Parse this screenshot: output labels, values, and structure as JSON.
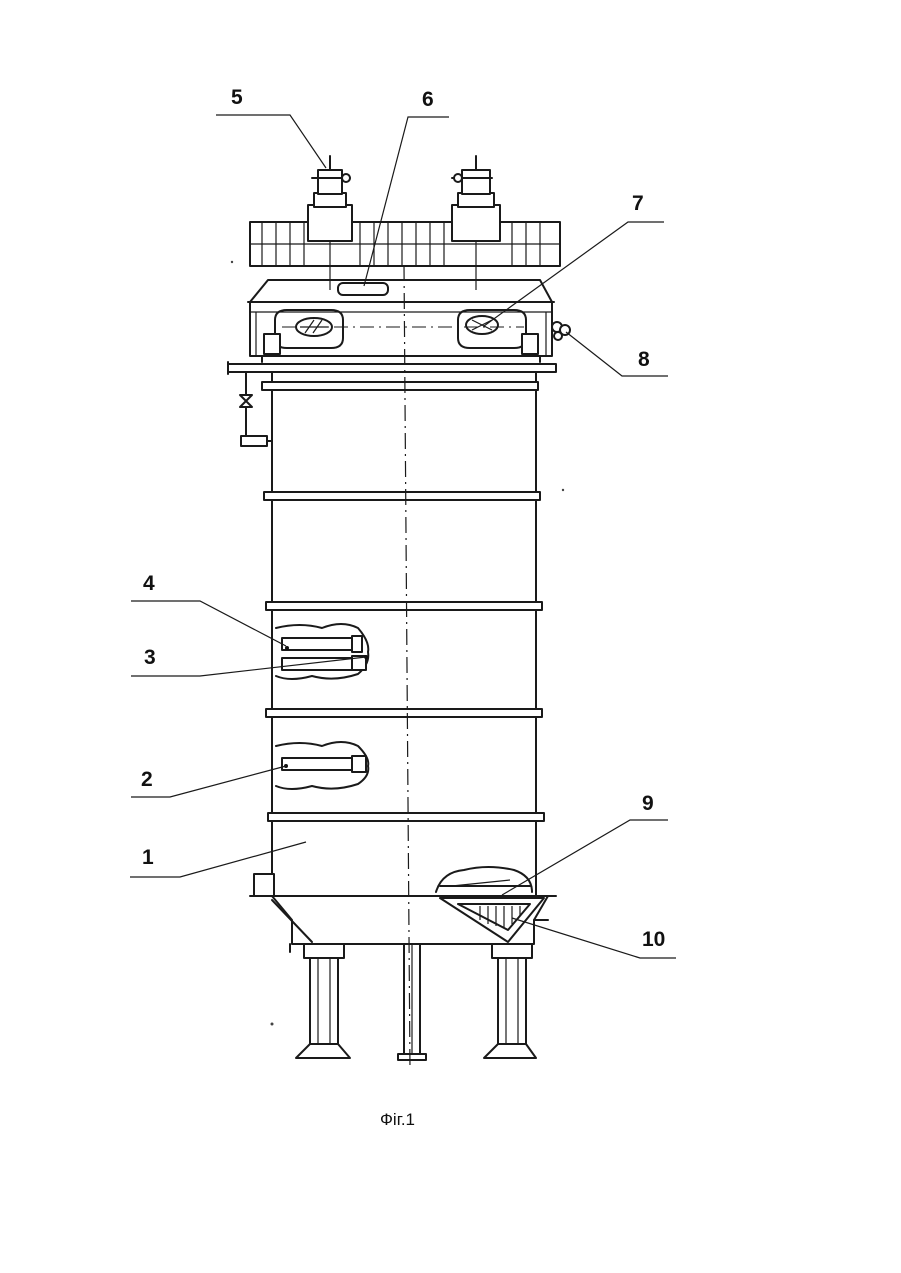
{
  "figure": {
    "caption": "Фіг.1",
    "callouts": [
      {
        "id": "1",
        "label": "1"
      },
      {
        "id": "2",
        "label": "2"
      },
      {
        "id": "3",
        "label": "3"
      },
      {
        "id": "4",
        "label": "4"
      },
      {
        "id": "5",
        "label": "5"
      },
      {
        "id": "6",
        "label": "6"
      },
      {
        "id": "7",
        "label": "7"
      },
      {
        "id": "8",
        "label": "8"
      },
      {
        "id": "9",
        "label": "9"
      },
      {
        "id": "10",
        "label": "10"
      }
    ]
  }
}
